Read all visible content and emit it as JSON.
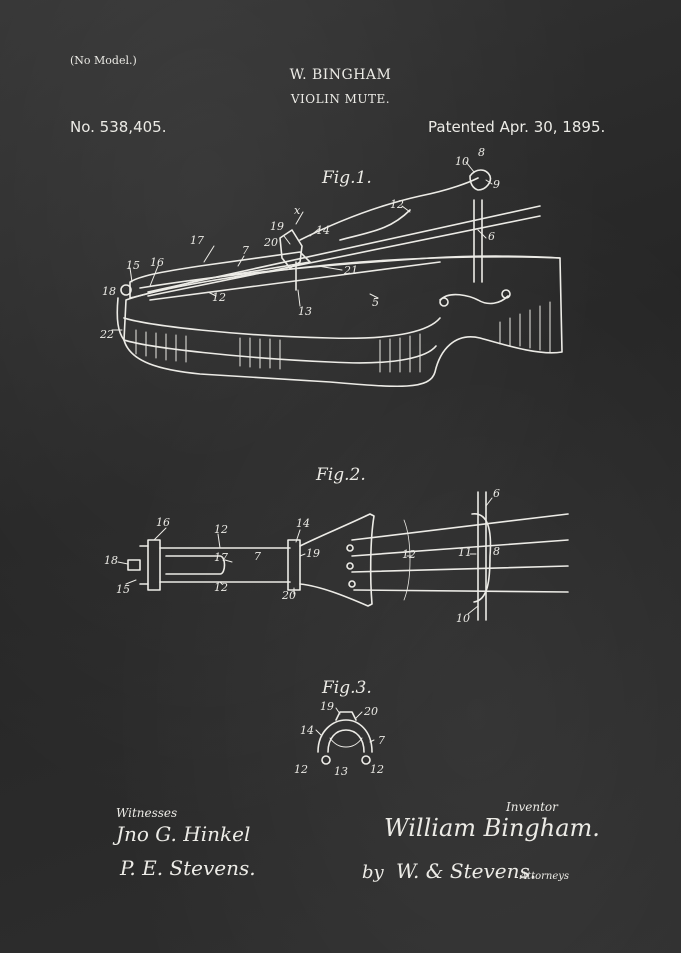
{
  "header": {
    "no_model": "(No Model.)",
    "inventor_name": "W. BINGHAM",
    "title": "VIOLIN MUTE.",
    "patent_number": "No. 538,405.",
    "patent_date": "Patented Apr. 30, 1895."
  },
  "figures": {
    "fig1": {
      "caption": "Fig.1.",
      "labels": [
        "8",
        "10",
        "9",
        "12",
        "x",
        "19",
        "14",
        "20",
        "17",
        "7",
        "6",
        "16",
        "15",
        "18",
        "21",
        "12",
        "13",
        "5",
        "22"
      ]
    },
    "fig2": {
      "caption": "Fig.2.",
      "labels": [
        "16",
        "12",
        "14",
        "6",
        "18",
        "17",
        "7",
        "19",
        "12",
        "11",
        "8",
        "15",
        "12",
        "20",
        "10"
      ]
    },
    "fig3": {
      "caption": "Fig.3.",
      "labels": [
        "19",
        "20",
        "14",
        "7",
        "12",
        "13",
        "12"
      ]
    }
  },
  "footer": {
    "witnesses_label": "Witnesses",
    "witness_1": "Jno G. Hinkel",
    "witness_2": "P. E. Stevens.",
    "inventor_label": "Inventor",
    "inventor_signature": "William Bingham.",
    "by": "by",
    "attorney_signature": "W. & Stevens.",
    "attorneys_label": "Attorneys"
  }
}
